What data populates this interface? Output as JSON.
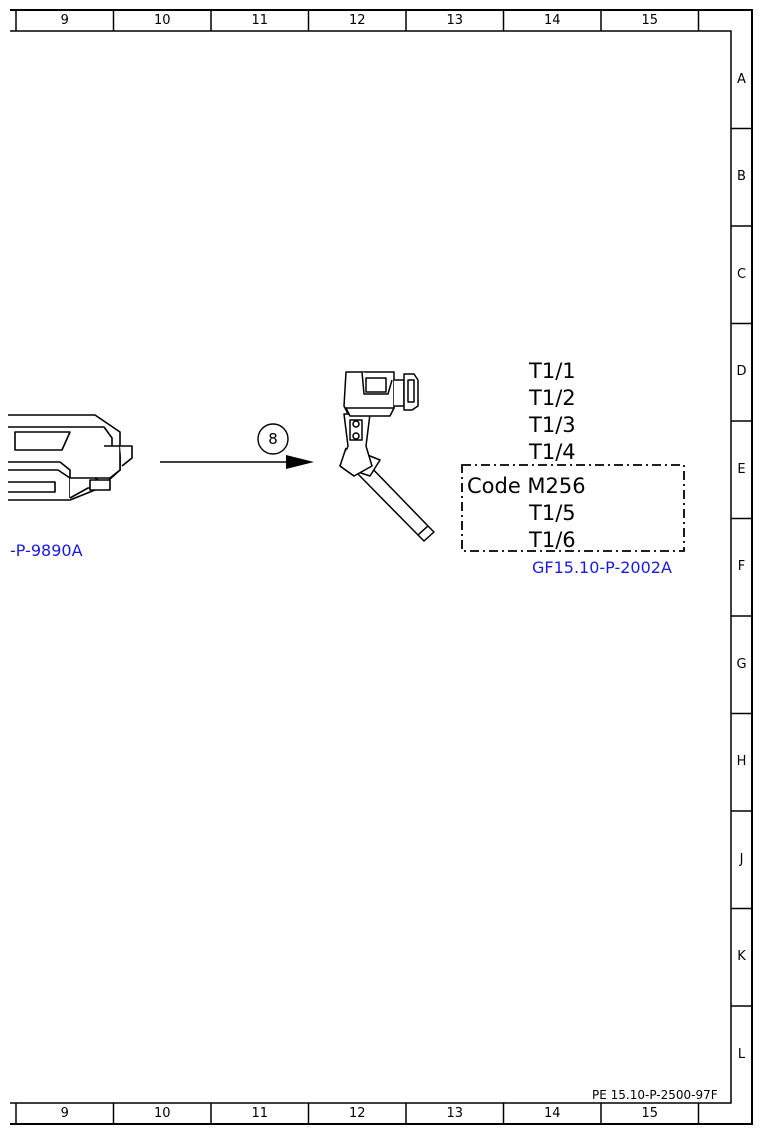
{
  "frame": {
    "columns": [
      "9",
      "10",
      "11",
      "12",
      "13",
      "14",
      "15"
    ],
    "rows": [
      "A",
      "B",
      "C",
      "D",
      "E",
      "F",
      "G",
      "H",
      "J",
      "K",
      "L"
    ]
  },
  "diagram": {
    "callout_number": "8",
    "left_part_ref": "-P-9890A",
    "terminals": [
      "T1/1",
      "T1/2",
      "T1/3",
      "T1/4"
    ],
    "code_box": {
      "code": "Code M256",
      "terminals": [
        "T1/5",
        "T1/6"
      ]
    },
    "right_part_ref": "GF15.10-P-2002A"
  },
  "drawing_number": "PE 15.10-P-2500-97F",
  "colors": {
    "link_blue": "#1a1adc",
    "line": "#000000"
  }
}
